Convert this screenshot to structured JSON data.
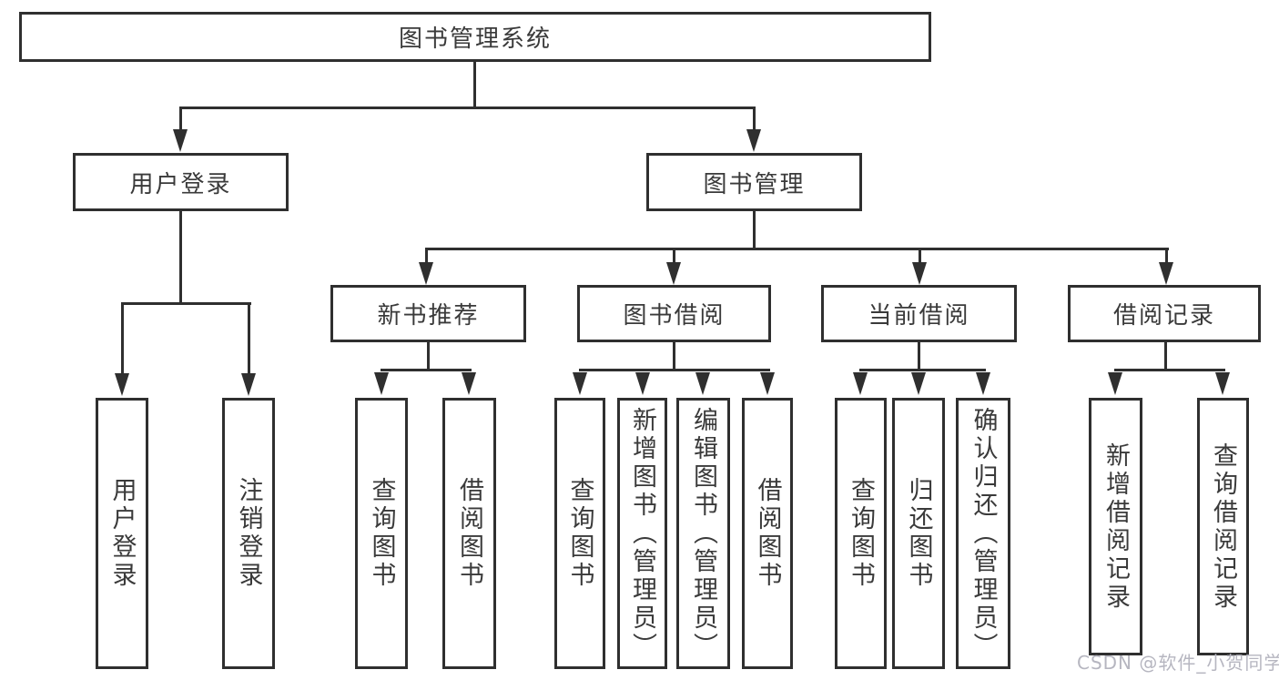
{
  "diagram_title": "图书管理系统",
  "tree": {
    "label": "图书管理系统",
    "children": [
      {
        "label": "用户登录",
        "children": [
          {
            "label": "用户登录"
          },
          {
            "label": "注销登录"
          }
        ]
      },
      {
        "label": "图书管理",
        "children": [
          {
            "label": "新书推荐",
            "children": [
              {
                "label": "查询图书"
              },
              {
                "label": "借阅图书"
              }
            ]
          },
          {
            "label": "图书借阅",
            "children": [
              {
                "label": "查询图书"
              },
              {
                "label": "新增图书（管理员）"
              },
              {
                "label": "编辑图书（管理员）"
              },
              {
                "label": "借阅图书"
              }
            ]
          },
          {
            "label": "当前借阅",
            "children": [
              {
                "label": "查询图书"
              },
              {
                "label": "归还图书"
              },
              {
                "label": "确认归还（管理员）"
              }
            ]
          },
          {
            "label": "借阅记录",
            "children": [
              {
                "label": "新增借阅记录"
              },
              {
                "label": "查询借阅记录"
              }
            ]
          }
        ]
      }
    ]
  },
  "watermark": "CSDN @软件_小贺同学",
  "colors": {
    "line": "#2f2f2f",
    "text": "#3a3a3a",
    "watermark_text": "#b6b6c0",
    "background": "#ffffff"
  }
}
